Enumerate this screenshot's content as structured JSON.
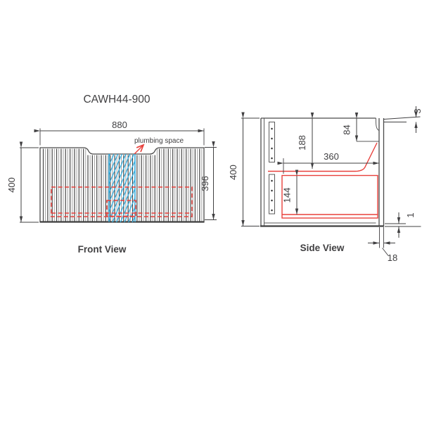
{
  "title": "CAWH44-900",
  "colors": {
    "line": "#4a4a4a",
    "dim_text": "#414042",
    "red": "#e8413c",
    "blue": "#2aace2"
  },
  "front_view": {
    "label": "Front View",
    "plumbing_label": "plumbing space",
    "dim_width": "880",
    "dim_height": "400",
    "dim_height_right": "396"
  },
  "side_view": {
    "label": "Side View",
    "dim_height": "400",
    "dim_top_to_drawer": "188",
    "dim_drawer_back": "84",
    "dim_drawer_depth": "360",
    "dim_drawer_inner_height": "144",
    "dim_top_reveal": "3",
    "dim_bottom_reveal": "1",
    "dim_panel_thickness": "18"
  }
}
